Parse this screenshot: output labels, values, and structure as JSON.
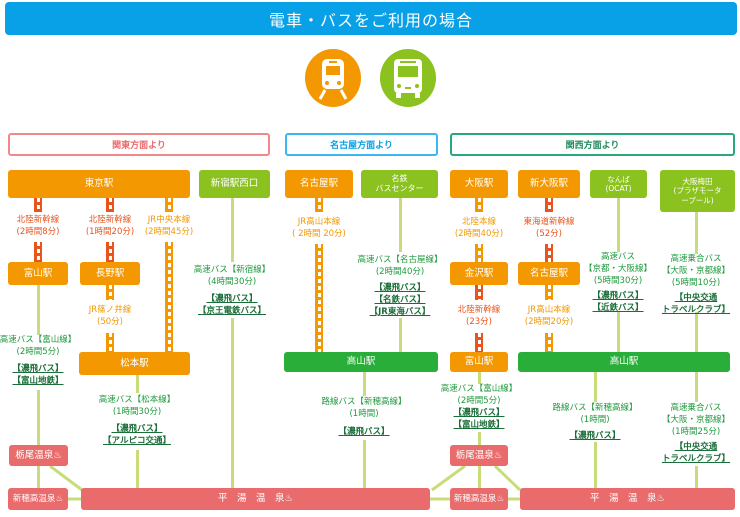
{
  "header": {
    "title": "電車・バスをご利用の場合"
  },
  "icons": [
    {
      "name": "train-icon",
      "color": "#f39800"
    },
    {
      "name": "bus-icon",
      "color": "#8cc21f"
    }
  ],
  "sections": {
    "kanto": "関東方面より",
    "nagoya": "名古屋方面より",
    "kansai": "関西方面より"
  },
  "colors": {
    "header": "#08a0e6",
    "train": "#f39800",
    "bus": "#8cc21f",
    "takayama": "#2aae3a",
    "onsen": "#e96b6b"
  },
  "stations": {
    "tokyo": "東京駅",
    "shinjuku": "新宿駅西口",
    "toyama": "富山駅",
    "nagano": "長野駅",
    "matsumoto": "松本駅",
    "nagoya": "名古屋駅",
    "meitetsu": "名鉄\nバスセンター",
    "takayama": "高山駅",
    "osaka": "大阪駅",
    "shinosaka": "新大阪駅",
    "namba": "なんば\n(OCAT)",
    "umeda": "大阪梅田\n(プラザモータ\nープール)",
    "kanazawa": "金沢駅",
    "nagoya2": "名古屋駅",
    "toyama2": "富山駅",
    "takayama2": "高山駅",
    "tochio": "栃尾温泉",
    "shinhotaka": "新穂高温泉",
    "hirayu": "平　湯　温　泉"
  },
  "routes": {
    "k1": [
      "北陸新幹線",
      "(2時間8分)"
    ],
    "k2": [
      "北陸新幹線",
      "(1時間20分)"
    ],
    "k3": [
      "JR中央本線",
      "(2時間45分)"
    ],
    "k4": [
      "JR篠ノ井線",
      "(50分)"
    ],
    "k5": [
      "高速バス【富山線】",
      "(2時間5分)",
      "【濃飛バス】",
      "【富山地鉄】"
    ],
    "k6": [
      "高速バス【松本線】",
      "(1時間30分)",
      "【濃飛バス】",
      "【アルピコ交通】"
    ],
    "k7": [
      "高速バス【新宿線】",
      "(4時間30分)",
      "【濃飛バス】",
      "【京王電鉄バス】"
    ],
    "n1": [
      "JR高山本線",
      "( 2時間 20分)"
    ],
    "n2": [
      "高速バス【名古屋線】",
      "(2時間40分)",
      "【濃飛バス】",
      "【名鉄バス】",
      "【JR東海バス】"
    ],
    "n3": [
      "路線バス【新穂高線】",
      "(1時間)",
      "【濃飛バス】"
    ],
    "w1": [
      "北陸本線",
      "(2時間40分)"
    ],
    "w2": [
      "東海道新幹線",
      "(52分)"
    ],
    "w3": [
      "北陸新幹線",
      "(23分)"
    ],
    "w4": [
      "JR高山本線",
      "(2時間20分)"
    ],
    "w5": [
      "高速バス",
      "【京都・大阪線】",
      "(5時間30分)",
      "【濃飛バス】",
      "【近鉄バス】"
    ],
    "w6": [
      "高速乗合バス",
      "【大阪・京都線】",
      "(5時間10分)",
      "【中央交通",
      "トラベルクラブ】"
    ],
    "w7": [
      "高速バス【富山線】",
      "(2時間5分)",
      "【濃飛バス】",
      "【富山地鉄】"
    ],
    "w8": [
      "路線バス【新穂高線】",
      "(1時間)",
      "【濃飛バス】"
    ],
    "w9": [
      "高速乗合バス",
      "【大阪・京都線】",
      "(1時間25分)",
      "【中央交通",
      "トラベルクラブ】"
    ]
  }
}
